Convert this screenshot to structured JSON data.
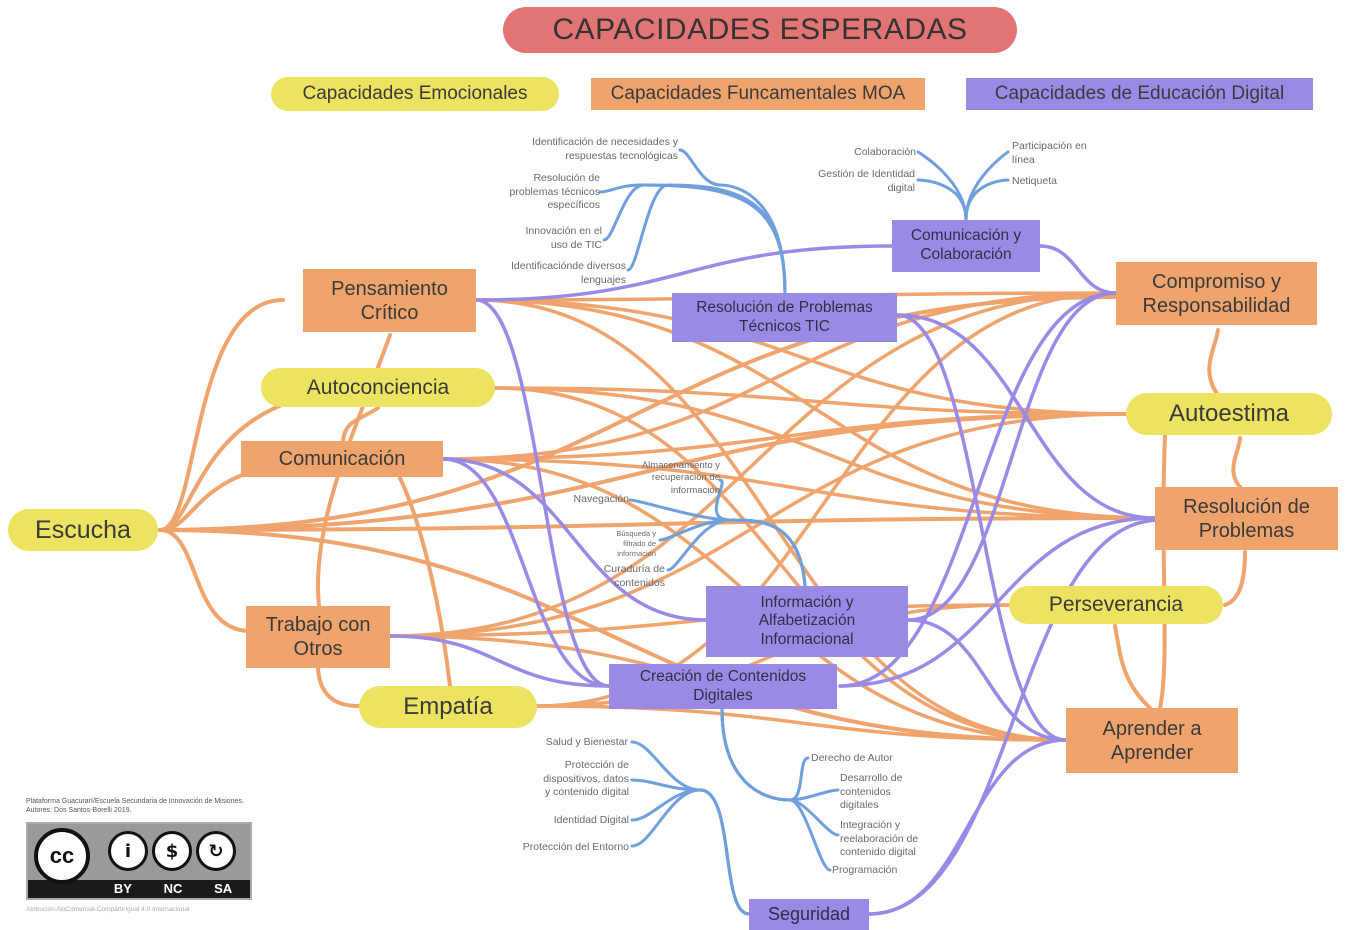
{
  "title": "CAPACIDADES ESPERADAS",
  "legend": {
    "emocionales": "Capacidades Emocionales",
    "fundamentales": "Capacidades Funcamentales MOA",
    "digital": "Capacidades de Educación Digital"
  },
  "colors": {
    "yellow": "#ece360",
    "orange": "#efa46d",
    "purple": "#9a8ae6",
    "title": "#e27474",
    "branch_blue": "#6f9fdc"
  },
  "nodes": {
    "pensamiento": "Pensamiento\nCrítico",
    "autoconciencia": "Autoconciencia",
    "comunicacion": "Comunicación",
    "escucha": "Escucha",
    "trabajo": "Trabajo con\nOtros",
    "empatia": "Empatía",
    "resolucion_tic": "Resolución de Problemas\nTécnicos TIC",
    "comunicacion_colab": "Comunicación y\nColaboración",
    "informacion": "Información y\nAlfabetización\nInformacional",
    "creacion": "Creación de Contenidos\nDigitales",
    "seguridad": "Seguridad",
    "compromiso": "Compromiso y\nResponsabilidad",
    "autoestima": "Autoestima",
    "resolucion_prob": "Resolución de\nProblemas",
    "perseverancia": "Perseverancia",
    "aprender": "Aprender a\nAprender"
  },
  "leaves": {
    "tic": [
      "Identificación de necesidades y\nrespuestas tecnológicas",
      "Resolución de\nproblemas técnicos\nespecíficos",
      "Innovación en el\nuso de TIC",
      "Identificaciónde diversos\nlenguajes"
    ],
    "colab_left": [
      "Colaboración",
      "Gestión de Identidad\ndigital"
    ],
    "colab_right": [
      "Participación en\nlínea",
      "Netiqueta"
    ],
    "info": [
      "Almacenamiento y\nrecuperación de\ninformación",
      "Navegación",
      "Búsqueda y\nfiltrado de\ninformación",
      "Curaduría de\ncontenidos"
    ],
    "seguridad": [
      "Salud y Bienestar",
      "Protección de\ndispositivos, datos\ny contenido digital",
      "Identidad Digital",
      "Protección del Entorno"
    ],
    "creacion": [
      "Derecho de Autor",
      "Desarrollo de\ncontenidos\ndigitales",
      "Integración y\nreelaboración de\ncontenido digital",
      "Programación"
    ]
  },
  "license": {
    "credit": "Plataforma Guacurarí/Escuela Secundaria de Innovación de Misiones. Autores: Dos Santos-Borelli 2019.",
    "cc": "cc",
    "by": "BY",
    "nc": "NC",
    "sa": "SA",
    "footer": "Atribución-NoComercial-CompartirIgual 4.0 Internacional"
  }
}
